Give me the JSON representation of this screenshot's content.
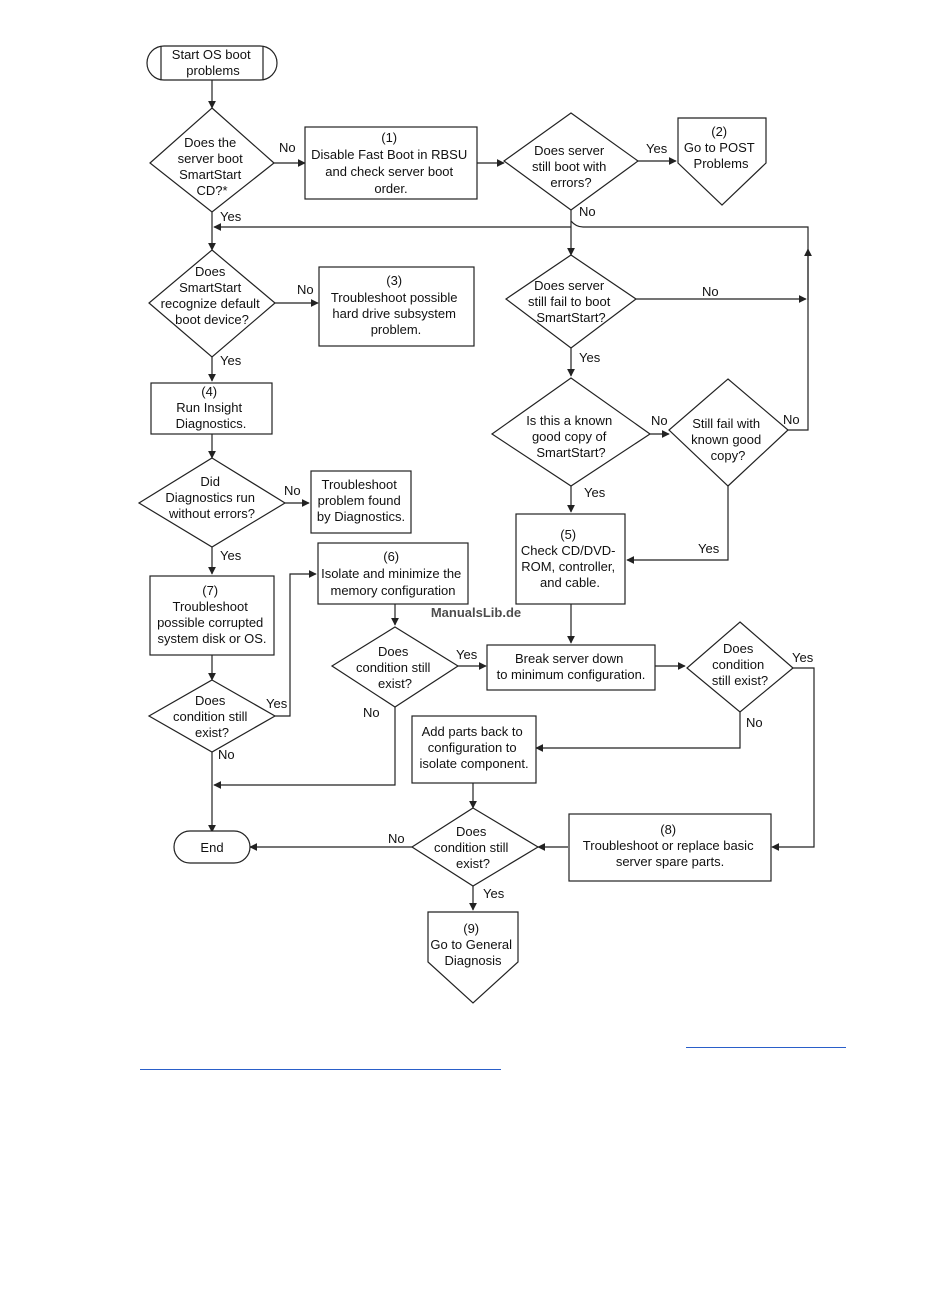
{
  "watermark": "ManualsLib.de",
  "nodes": {
    "start": [
      "Start OS boot",
      "problems"
    ],
    "q_smartstart_cd": [
      "Does the",
      "server boot",
      "SmartStart",
      "CD?*"
    ],
    "box1": [
      "(1)",
      "Disable Fast Boot in RBSU",
      "and check server boot",
      "order."
    ],
    "q_boot_errors": [
      "Does server",
      "still boot with",
      "errors?"
    ],
    "box2": [
      "(2)",
      "Go to POST",
      "Problems"
    ],
    "q_recognize": [
      "Does",
      "SmartStart",
      "recognize default",
      "boot device?"
    ],
    "box3": [
      "(3)",
      "Troubleshoot possible",
      "hard drive subsystem",
      "problem."
    ],
    "q_fail_boot": [
      "Does server",
      "still fail to boot",
      "SmartStart?"
    ],
    "box4": [
      "(4)",
      "Run Insight",
      "Diagnostics."
    ],
    "q_known_good": [
      "Is this a known",
      "good copy of",
      "SmartStart?"
    ],
    "q_still_fail": [
      "Still fail with",
      "known good",
      "copy?"
    ],
    "q_diag": [
      "Did",
      "Diagnostics run",
      "without errors?"
    ],
    "box_diag": [
      "Troubleshoot",
      "problem found",
      "by Diagnostics."
    ],
    "box5": [
      "(5)",
      "Check CD/DVD-",
      "ROM, controller,",
      "and cable."
    ],
    "box7": [
      "(7)",
      "Troubleshoot",
      "possible corrupted",
      "system disk or OS."
    ],
    "box6": [
      "(6)",
      "Isolate and minimize the",
      "memory configuration"
    ],
    "q_cond6": [
      "Does",
      "condition still",
      "exist?"
    ],
    "box_break": [
      "Break server down",
      "to minimum configuration."
    ],
    "q_cond_break": [
      "Does",
      "condition",
      "still exist?"
    ],
    "q_cond7": [
      "Does",
      "condition still",
      "exist?"
    ],
    "box_add": [
      "Add parts back to",
      "configuration to",
      "isolate component."
    ],
    "end": [
      "End"
    ],
    "q_cond_final": [
      "Does",
      "condition still",
      "exist?"
    ],
    "box8": [
      "(8)",
      "Troubleshoot or replace basic",
      "server spare parts."
    ],
    "box9": [
      "(9)",
      "Go to General",
      "Diagnosis"
    ]
  },
  "edge_labels": {
    "cd_no": "No",
    "cd_yes": "Yes",
    "errors_yes": "Yes",
    "errors_no": "No",
    "recognize_no": "No",
    "recognize_yes": "Yes",
    "fail_no": "No",
    "fail_yes": "Yes",
    "known_no": "No",
    "known_yes": "Yes",
    "still_fail_no": "No",
    "still_fail_yes": "Yes",
    "diag_no": "No",
    "diag_yes": "Yes",
    "cond7_yes": "Yes",
    "cond7_no": "No",
    "cond6_yes": "Yes",
    "cond6_no": "No",
    "break_yes": "Yes",
    "break_no": "No",
    "final_no": "No",
    "final_yes": "Yes"
  }
}
